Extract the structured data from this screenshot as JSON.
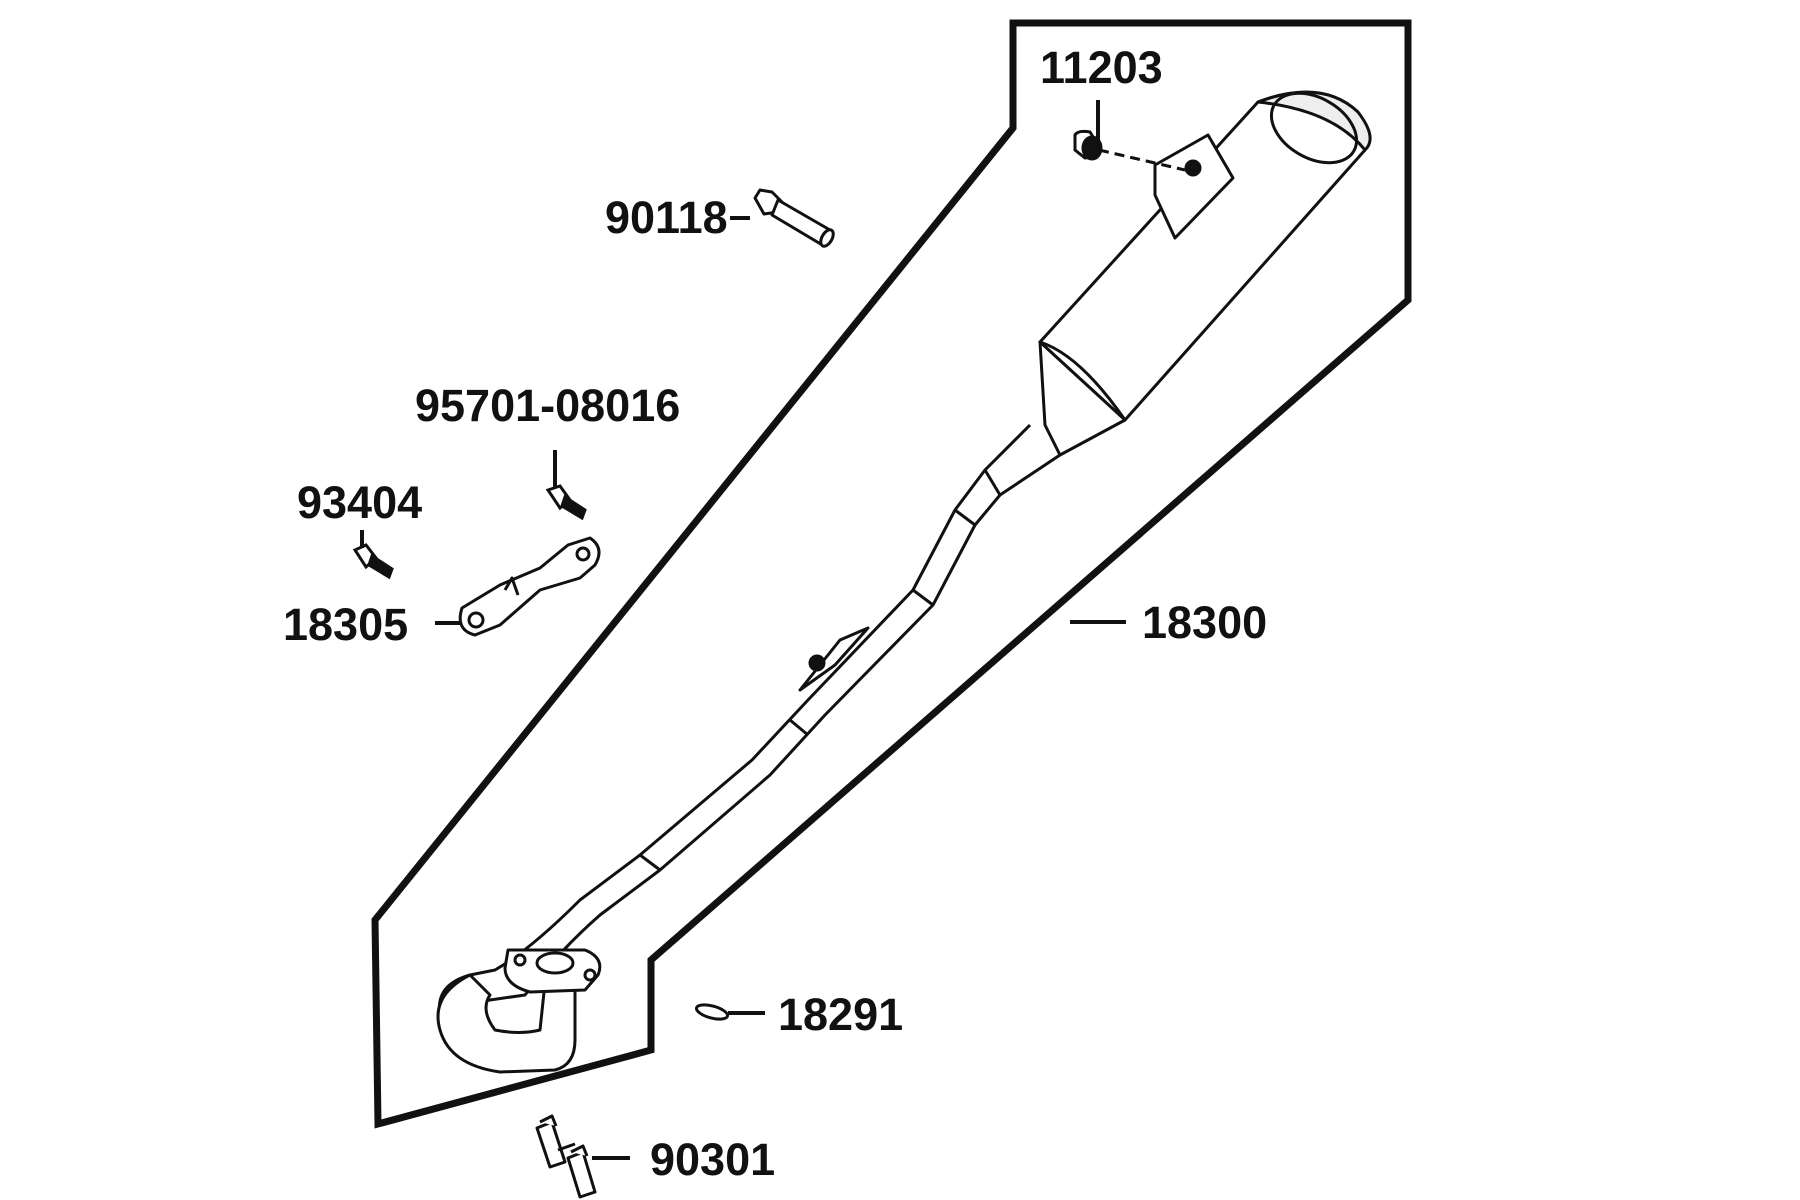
{
  "parts": [
    {
      "id": "label-11203",
      "text": "11203",
      "name": "grommet"
    },
    {
      "id": "label-90118",
      "text": "90118",
      "name": "flange-bolt"
    },
    {
      "id": "label-95701",
      "text": "95701-08016",
      "name": "bracket-bolt"
    },
    {
      "id": "label-93404",
      "text": "93404",
      "name": "bracket-screw"
    },
    {
      "id": "label-18305",
      "text": "18305",
      "name": "muffler-bracket"
    },
    {
      "id": "label-18300",
      "text": "18300",
      "name": "exhaust-muffler-assembly"
    },
    {
      "id": "label-18291",
      "text": "18291",
      "name": "exhaust-gasket"
    },
    {
      "id": "label-90301",
      "text": "90301",
      "name": "stud-bolts"
    }
  ],
  "colors": {
    "line": "#111111",
    "background": "#ffffff"
  }
}
